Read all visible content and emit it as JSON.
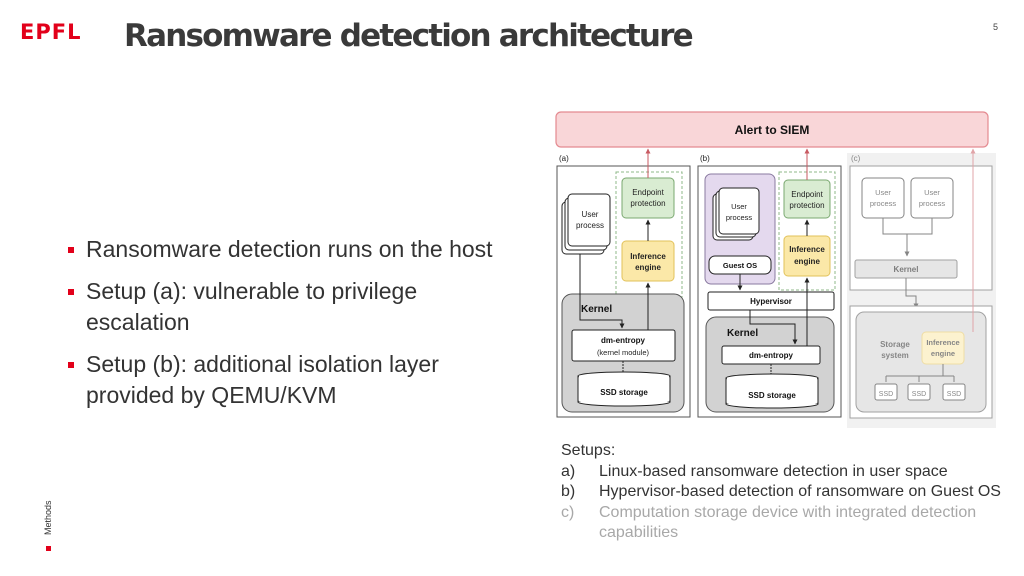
{
  "header": {
    "logo_text": "EPFL",
    "title": "Ransomware detection architecture",
    "page_number": "5"
  },
  "sidebar": {
    "section_label": "Methods"
  },
  "bullets": [
    "Ransomware detection runs on the host",
    "Setup (a): vulnerable to privilege escalation",
    "Setup (b): additional isolation layer provided by QEMU/KVM"
  ],
  "diagram": {
    "alert": "Alert to SIEM",
    "panel_a": {
      "label": "(a)",
      "user_process_line1": "User",
      "user_process_line2": "process",
      "endpoint_line1": "Endpoint",
      "endpoint_line2": "protection",
      "inference_line1": "Inference",
      "inference_line2": "engine",
      "kernel": "Kernel",
      "dm_entropy": "dm-entropy",
      "dm_entropy_sub": "(kernel module)",
      "ssd": "SSD storage"
    },
    "panel_b": {
      "label": "(b)",
      "user_process_line1": "User",
      "user_process_line2": "process",
      "guest_os": "Guest OS",
      "endpoint_line1": "Endpoint",
      "endpoint_line2": "protection",
      "inference_line1": "Inference",
      "inference_line2": "engine",
      "hypervisor": "Hypervisor",
      "kernel": "Kernel",
      "dm_entropy": "dm-entropy",
      "ssd": "SSD storage"
    },
    "panel_c": {
      "label": "(c)",
      "user_process_1_line1": "User",
      "user_process_1_line2": "process",
      "user_process_2_line1": "User",
      "user_process_2_line2": "process",
      "kernel": "Kernel",
      "storage_line1": "Storage",
      "storage_line2": "system",
      "inference_line1": "Inference",
      "inference_line2": "engine",
      "ssd": "SSD"
    }
  },
  "setups": {
    "heading": "Setups:",
    "items": [
      {
        "label": "a)",
        "text": "Linux-based ransomware detection in user space"
      },
      {
        "label": "b)",
        "text": "Hypervisor-based detection of ransomware on Guest OS"
      },
      {
        "label": "c)",
        "text": "Computation storage device with integrated detection capabilities"
      }
    ]
  },
  "colors": {
    "accent": "#e2001a",
    "alert_fill": "#f9d6d8",
    "alert_border": "#e48a90",
    "endpoint_fill": "#d9ecd2",
    "inference_fill": "#fbe8a8",
    "inference_border": "#e2c25a",
    "guest_fill": "#e4d9ee",
    "dimmed_panel": "#e6e6e6"
  }
}
